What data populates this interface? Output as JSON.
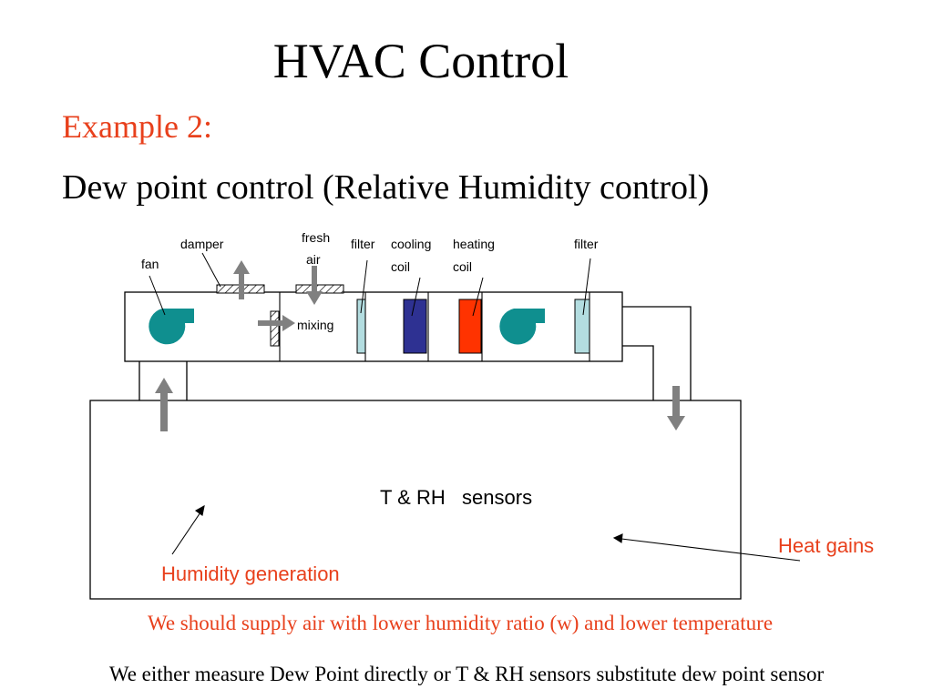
{
  "slide": {
    "title": "HVAC Control",
    "subtitle": "Example 2:",
    "heading": "Dew point control (Relative Humidity control)",
    "note_supply": "We should supply air with lower humidity ratio (w) and lower temperature",
    "note_measure": "We either measure Dew Point directly or T & RH sensors substitute dew point sensor"
  },
  "diagram": {
    "labels": {
      "fan": "fan",
      "damper": "damper",
      "fresh_line1": "fresh",
      "fresh_line2": "air",
      "filter_left": "filter",
      "cooling_line1": "cooling",
      "cooling_line2": "coil",
      "heating_line1": "heating",
      "heating_line2": "coil",
      "filter_right": "filter",
      "mixing": "mixing",
      "sensors": "T & RH   sensors",
      "heat_gains": "Heat gains",
      "humidity_generation": "Humidity generation"
    },
    "colors": {
      "fan": "#0f8f8f",
      "cooling_coil": "#2e3192",
      "heating_coil": "#ff3300",
      "filter": "#b3dde0",
      "arrow": "#808080",
      "annotation": "#e8401c"
    },
    "icons": [
      "fan-icon",
      "arrow-up-icon",
      "arrow-down-icon",
      "arrow-right-icon"
    ]
  }
}
